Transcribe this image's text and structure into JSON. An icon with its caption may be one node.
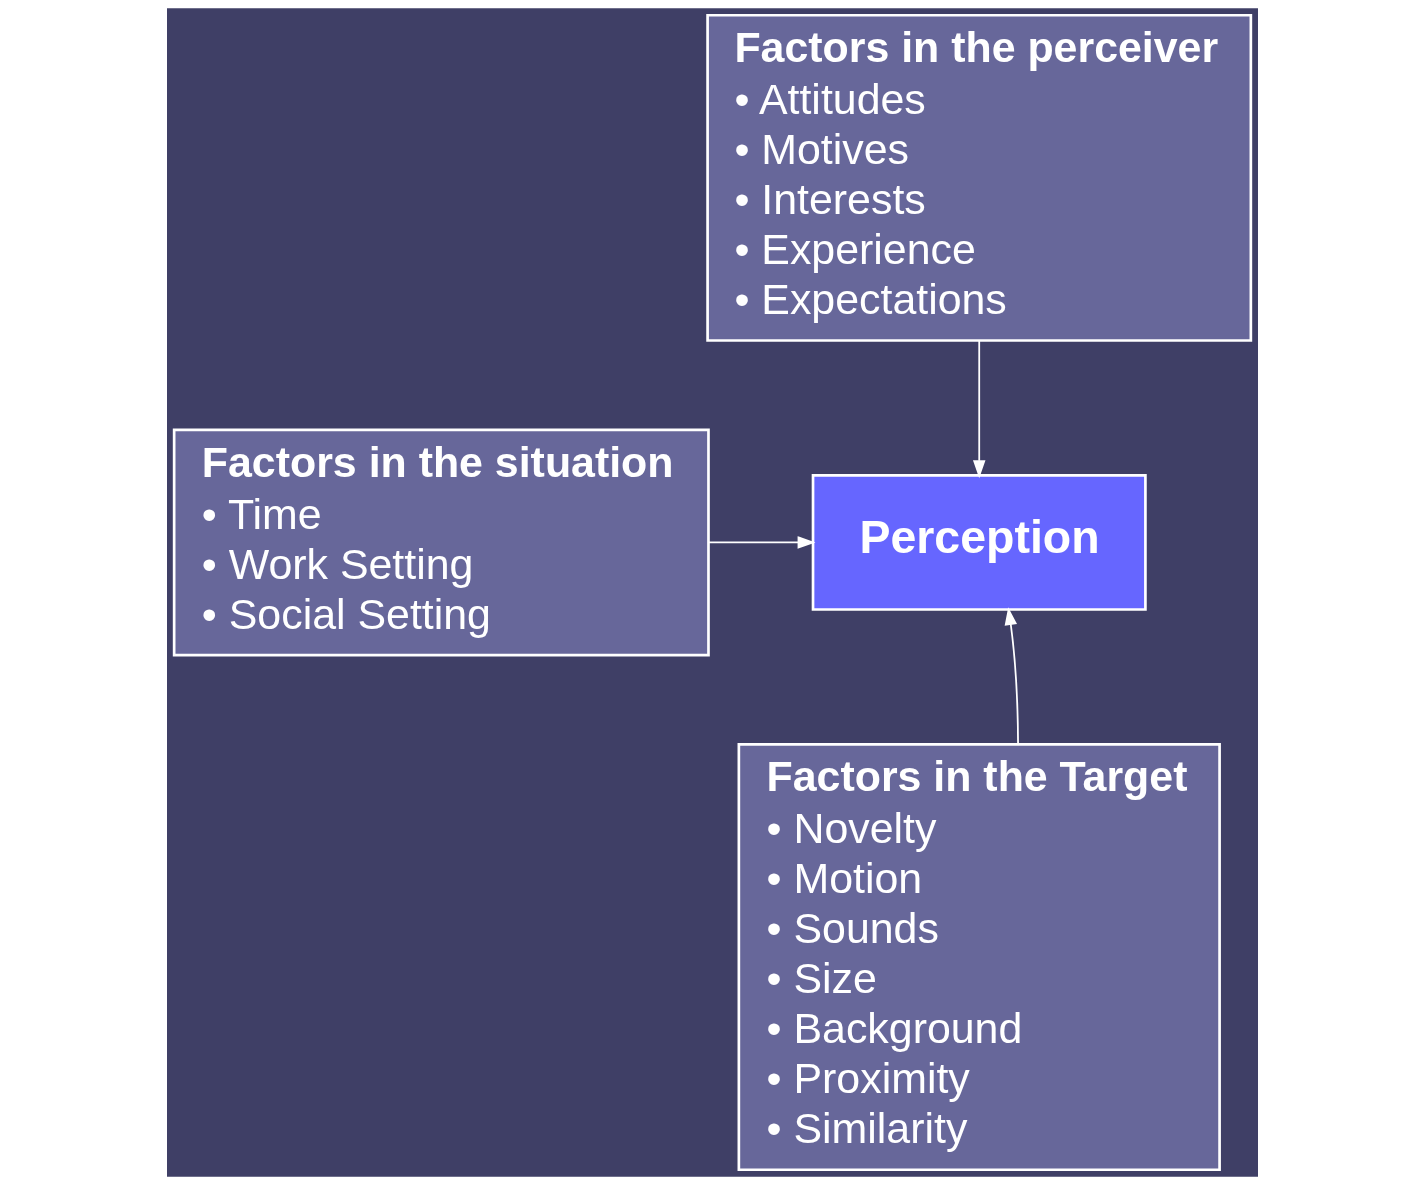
{
  "diagram": {
    "nodes": [
      {
        "text": [
          "Factors in the perceiver",
          "• Attitudes",
          "• Motives",
          "• Interests",
          "• Experience",
          "• Expectations"
        ]
      },
      {
        "text": [
          "Perception"
        ]
      },
      {
        "text": [
          "Factors in the situation",
          "• Time",
          "• Work Setting",
          "• Social Setting"
        ]
      },
      {
        "text": [
          "Factors in the Target",
          "• Novelty",
          "• Motion",
          "• Sounds",
          "• Size",
          "• Background",
          "• Proximity",
          "• Similarity"
        ]
      }
    ],
    "edges": [
      {
        "from": 0,
        "to": 1,
        "arrow": "to"
      },
      {
        "from": 2,
        "to": 1,
        "arrow": "to"
      },
      {
        "from": 3,
        "to": 1,
        "arrow": "to"
      }
    ]
  }
}
